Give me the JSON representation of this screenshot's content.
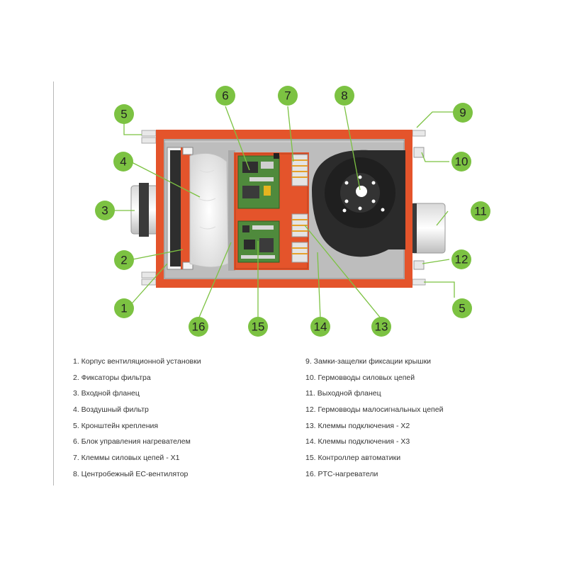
{
  "callouts": {
    "c1": "1",
    "c2": "2",
    "c3": "3",
    "c4": "4",
    "c5a": "5",
    "c5b": "5",
    "c6": "6",
    "c7": "7",
    "c8": "8",
    "c9": "9",
    "c10": "10",
    "c11": "11",
    "c12": "12",
    "c13": "13",
    "c14": "14",
    "c15": "15",
    "c16": "16"
  },
  "legend": {
    "left": [
      "1. Корпус вентиляционной установки",
      "2. Фиксаторы фильтра",
      "3. Входной фланец",
      "4. Воздушный фильтр",
      "5. Кронштейн крепления",
      "6. Блок управления нагревателем",
      "7. Клеммы силовых цепей - X1",
      "8. Центробежный ЕС-вентилятор"
    ],
    "right": [
      "9. Замки-защелки фиксации крышки",
      "10. Гермовводы силовых цепей",
      "11. Выходной фланец",
      "12. Гермовводы малосигнальных цепей",
      "13. Клеммы подключения - X2",
      "14. Клеммы подключения - X3",
      "15. Контроллер автоматики",
      "16. PTC-нагреватели"
    ]
  },
  "colors": {
    "housing": "#e4542b",
    "callout": "#7cc242",
    "interior": "#bcbcbc",
    "fan": "#2b2b2b",
    "pcb": "#4f8a3c"
  }
}
